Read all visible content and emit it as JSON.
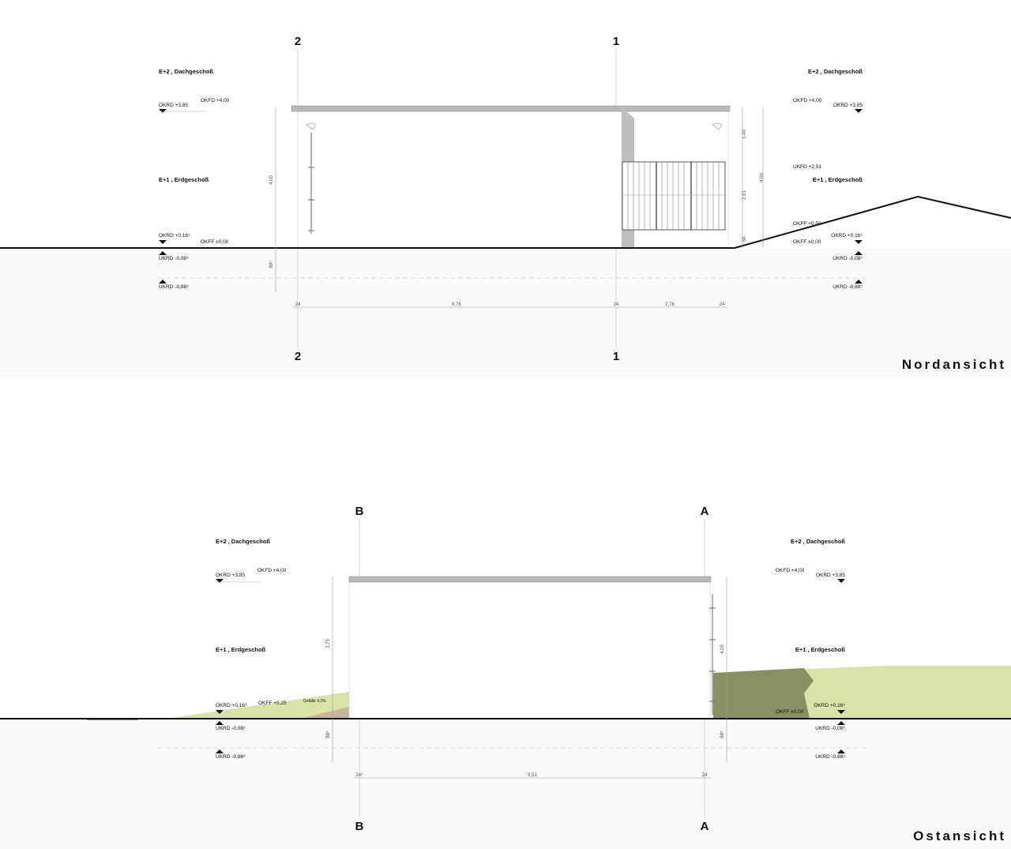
{
  "north": {
    "title": "Nordansicht",
    "axes_top": [
      "2",
      "1"
    ],
    "axes_bottom": [
      "2",
      "1"
    ],
    "floor_left_top": "E+2 , Dachgeschoß",
    "floor_left_mid": "E+1 , Erdgeschoß",
    "floor_right_top": "E+2 , Dachgeschoß",
    "floor_right_mid": "E+1 , Erdgeschoß",
    "lvl_okrd_385_l": "OKRD +3,85",
    "lvl_okfd_400_l": "OKFD +4,00",
    "lvl_okrd_016_l": "OKRD +0,16⁵",
    "lvl_okff_000_l": "OKFF ±0,00",
    "lvl_ukrd_008_l": "UKRD -0,08⁵",
    "lvl_ukrd_088_l": "UKRD -0,88⁵",
    "lvl_okfd_400_r": "OKFD +4,00",
    "lvl_okrd_385_r": "OKRD +3,85",
    "lvl_ukfd_251_r": "UKFD +2,51",
    "lvl_okff_050_r": "OKFF +0,50",
    "lvl_okff_000_r": "OKFF ±0,00",
    "lvl_okrd_016_r": "OKRD +0,16⁵",
    "lvl_ukrd_008_r": "UKRD -0,08⁵",
    "lvl_ukrd_088_r": "UKRD -0,88⁵",
    "dim_24a": "24",
    "dim_876": "8,76",
    "dim_24b": "24",
    "dim_278": "2,78",
    "dim_24c": "24",
    "dim_h400_l": "4,00",
    "dim_h88_l": "88⁵",
    "dim_h149": "1,49",
    "dim_h201": "2,01",
    "dim_h50": "50",
    "dim_h400_r": "4,00"
  },
  "east": {
    "title": "Ostansicht",
    "axes_top": [
      "B",
      "A"
    ],
    "axes_bottom": [
      "B",
      "A"
    ],
    "floor_left_top": "E+2 , Dachgeschoß",
    "floor_left_mid": "E+1 , Erdgeschoß",
    "floor_right_top": "E+2 , Dachgeschoß",
    "floor_right_mid": "E+1 , Erdgeschoß",
    "lvl_okrd_385_l": "OKRD +3,85",
    "lvl_okfd_400_l": "OKFD +4,00",
    "lvl_okrd_016_l": "OKRD +0,16⁵",
    "lvl_okff_025_l": "OKFF +0,25",
    "lvl_gefaelle": "Gefälle 4,2%",
    "lvl_ukrd_008_l": "UKRD -0,08⁵",
    "lvl_ukrd_088_l": "UKRD -0,88⁵",
    "lvl_okfd_400_r": "OKFD +4,00",
    "lvl_okrd_385_r": "OKRD +3,85",
    "lvl_okff_000_r": "OKFF ±0,00",
    "lvl_okrd_016_r": "OKRD +0,16⁵",
    "lvl_ukrd_008_r": "UKRD -0,08⁵",
    "lvl_ukrd_088_r": "UKRD -0,88⁵",
    "dim_24a": "24⁵",
    "dim_951": "9,51",
    "dim_24b": "24",
    "dim_h375": "3,75",
    "dim_h88_l": "88⁵",
    "dim_h400": "4,00",
    "dim_h88_r": "88⁵"
  },
  "colors": {
    "terrain_green": "#d9e3a8",
    "terrain_dark": "#8a8f63",
    "terrain_brown": "#c9b39a",
    "roof_grey": "#b8b8b8",
    "ground_fill": "#fafafa"
  }
}
